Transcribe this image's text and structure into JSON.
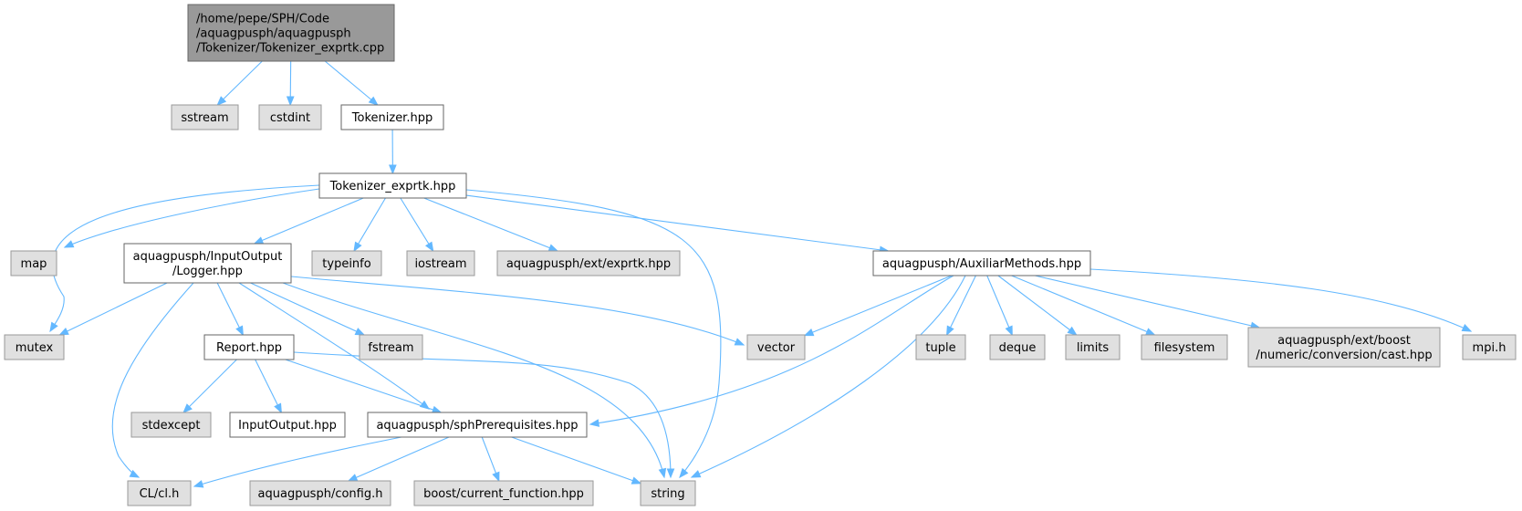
{
  "colors": {
    "edge": "#63b8ff",
    "root_fill": "#999999",
    "root_border": "#666666",
    "external_fill": "#e0e0e0",
    "external_border": "#999999",
    "documented_fill": "#ffffff",
    "documented_border": "#666666"
  },
  "nodes": [
    {
      "id": "root",
      "kind": "root",
      "lines": [
        "/home/pepe/SPH/Code",
        "/aquagpusph/aquagpusph",
        "/Tokenizer/Tokenizer_exprtk.cpp"
      ]
    },
    {
      "id": "sstream",
      "kind": "external",
      "lines": [
        "sstream"
      ]
    },
    {
      "id": "cstdint",
      "kind": "external",
      "lines": [
        "cstdint"
      ]
    },
    {
      "id": "tokenizer_hpp",
      "kind": "documented",
      "lines": [
        "Tokenizer.hpp"
      ]
    },
    {
      "id": "tokenizer_exprtk_hpp",
      "kind": "documented",
      "lines": [
        "Tokenizer_exprtk.hpp"
      ]
    },
    {
      "id": "map",
      "kind": "external",
      "lines": [
        "map"
      ]
    },
    {
      "id": "logger",
      "kind": "documented",
      "lines": [
        "aquagpusph/InputOutput",
        "/Logger.hpp"
      ]
    },
    {
      "id": "typeinfo",
      "kind": "external",
      "lines": [
        "typeinfo"
      ]
    },
    {
      "id": "iostream",
      "kind": "external",
      "lines": [
        "iostream"
      ]
    },
    {
      "id": "exprtk",
      "kind": "external",
      "lines": [
        "aquagpusph/ext/exprtk.hpp"
      ]
    },
    {
      "id": "auxiliar",
      "kind": "documented",
      "lines": [
        "aquagpusph/AuxiliarMethods.hpp"
      ]
    },
    {
      "id": "mutex",
      "kind": "external",
      "lines": [
        "mutex"
      ]
    },
    {
      "id": "report",
      "kind": "documented",
      "lines": [
        "Report.hpp"
      ]
    },
    {
      "id": "fstream",
      "kind": "external",
      "lines": [
        "fstream"
      ]
    },
    {
      "id": "vector",
      "kind": "external",
      "lines": [
        "vector"
      ]
    },
    {
      "id": "tuple",
      "kind": "external",
      "lines": [
        "tuple"
      ]
    },
    {
      "id": "deque",
      "kind": "external",
      "lines": [
        "deque"
      ]
    },
    {
      "id": "limits",
      "kind": "external",
      "lines": [
        "limits"
      ]
    },
    {
      "id": "filesystem",
      "kind": "external",
      "lines": [
        "filesystem"
      ]
    },
    {
      "id": "boostcast",
      "kind": "external",
      "lines": [
        "aquagpusph/ext/boost",
        "/numeric/conversion/cast.hpp"
      ]
    },
    {
      "id": "mpih",
      "kind": "external",
      "lines": [
        "mpi.h"
      ]
    },
    {
      "id": "stdexcept",
      "kind": "external",
      "lines": [
        "stdexcept"
      ]
    },
    {
      "id": "inputoutput",
      "kind": "documented",
      "lines": [
        "InputOutput.hpp"
      ]
    },
    {
      "id": "sphprereq",
      "kind": "documented",
      "lines": [
        "aquagpusph/sphPrerequisites.hpp"
      ]
    },
    {
      "id": "clh",
      "kind": "external",
      "lines": [
        "CL/cl.h"
      ]
    },
    {
      "id": "config",
      "kind": "external",
      "lines": [
        "aquagpusph/config.h"
      ]
    },
    {
      "id": "boostfunc",
      "kind": "external",
      "lines": [
        "boost/current_function.hpp"
      ]
    },
    {
      "id": "string",
      "kind": "external",
      "lines": [
        "string"
      ]
    }
  ],
  "edges": [
    [
      "root",
      "sstream"
    ],
    [
      "root",
      "cstdint"
    ],
    [
      "root",
      "tokenizer_hpp"
    ],
    [
      "tokenizer_hpp",
      "tokenizer_exprtk_hpp"
    ],
    [
      "tokenizer_exprtk_hpp",
      "map"
    ],
    [
      "tokenizer_exprtk_hpp",
      "logger"
    ],
    [
      "tokenizer_exprtk_hpp",
      "typeinfo"
    ],
    [
      "tokenizer_exprtk_hpp",
      "iostream"
    ],
    [
      "tokenizer_exprtk_hpp",
      "exprtk"
    ],
    [
      "tokenizer_exprtk_hpp",
      "auxiliar"
    ],
    [
      "tokenizer_exprtk_hpp",
      "mutex"
    ],
    [
      "tokenizer_exprtk_hpp",
      "string"
    ],
    [
      "logger",
      "mutex"
    ],
    [
      "logger",
      "clh"
    ],
    [
      "logger",
      "report"
    ],
    [
      "logger",
      "sphprereq"
    ],
    [
      "logger",
      "fstream"
    ],
    [
      "logger",
      "string"
    ],
    [
      "logger",
      "vector"
    ],
    [
      "report",
      "stdexcept"
    ],
    [
      "report",
      "inputoutput"
    ],
    [
      "report",
      "sphprereq"
    ],
    [
      "report",
      "string"
    ],
    [
      "auxiliar",
      "vector"
    ],
    [
      "auxiliar",
      "sphprereq"
    ],
    [
      "auxiliar",
      "string"
    ],
    [
      "auxiliar",
      "tuple"
    ],
    [
      "auxiliar",
      "deque"
    ],
    [
      "auxiliar",
      "limits"
    ],
    [
      "auxiliar",
      "filesystem"
    ],
    [
      "auxiliar",
      "boostcast"
    ],
    [
      "auxiliar",
      "mpih"
    ],
    [
      "sphprereq",
      "clh"
    ],
    [
      "sphprereq",
      "config"
    ],
    [
      "sphprereq",
      "boostfunc"
    ],
    [
      "sphprereq",
      "string"
    ]
  ]
}
